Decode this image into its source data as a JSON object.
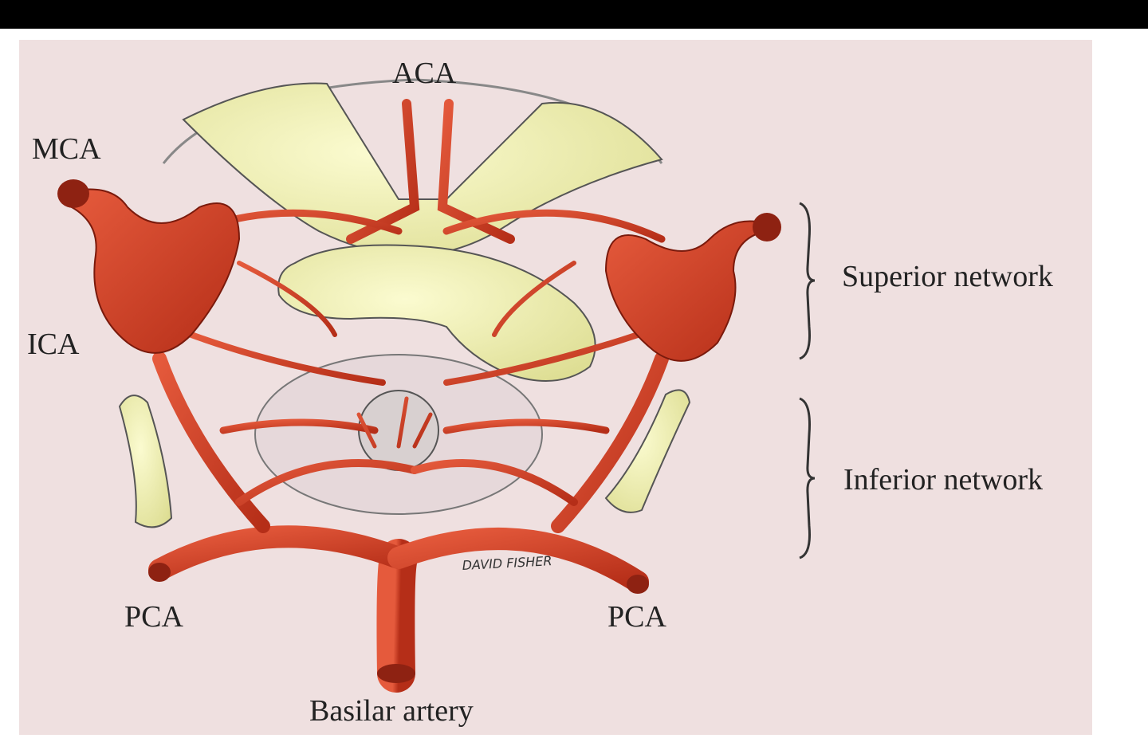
{
  "labels": {
    "aca": "ACA",
    "mca": "MCA",
    "ica": "ICA",
    "pca_left": "PCA",
    "pca_right": "PCA",
    "basilar": "Basilar artery",
    "superior": "Superior network",
    "inferior": "Inferior network"
  },
  "signature": "DAVID FISHER",
  "colors": {
    "artery": "#cc3a22",
    "artery_dark": "#8e2212",
    "structure": "#eeeeb0",
    "background": "#efe0e0"
  }
}
